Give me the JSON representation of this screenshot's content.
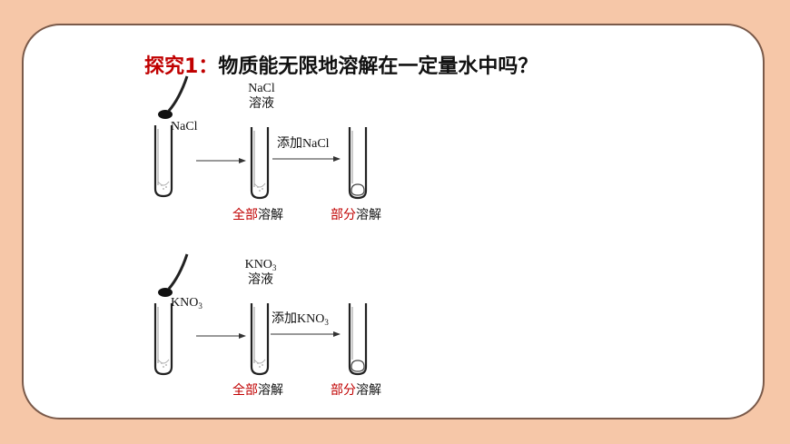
{
  "title": {
    "prefix": "探究1：",
    "question": "物质能无限地溶解在一定量水中吗？"
  },
  "experiment_nacl": {
    "solute_label": "NaCl",
    "solution_label_line1": "NaCl",
    "solution_label_line2": "溶液",
    "add_label": "添加NaCl",
    "result1_highlight": "全部",
    "result1_text": "溶解",
    "result2_highlight": "部分",
    "result2_text": "溶解"
  },
  "experiment_kno3": {
    "solute_label": "KNO",
    "solute_subscript": "3",
    "solution_label_line1": "KNO",
    "solution_label_sub": "3",
    "solution_label_line2": "溶液",
    "add_label": "添加KNO",
    "add_label_sub": "3",
    "result1_highlight": "全部",
    "result1_text": "溶解",
    "result2_highlight": "部分",
    "result2_text": "溶解"
  },
  "colors": {
    "background": "#f6c7a8",
    "card": "#ffffff",
    "highlight": "#c00000"
  }
}
